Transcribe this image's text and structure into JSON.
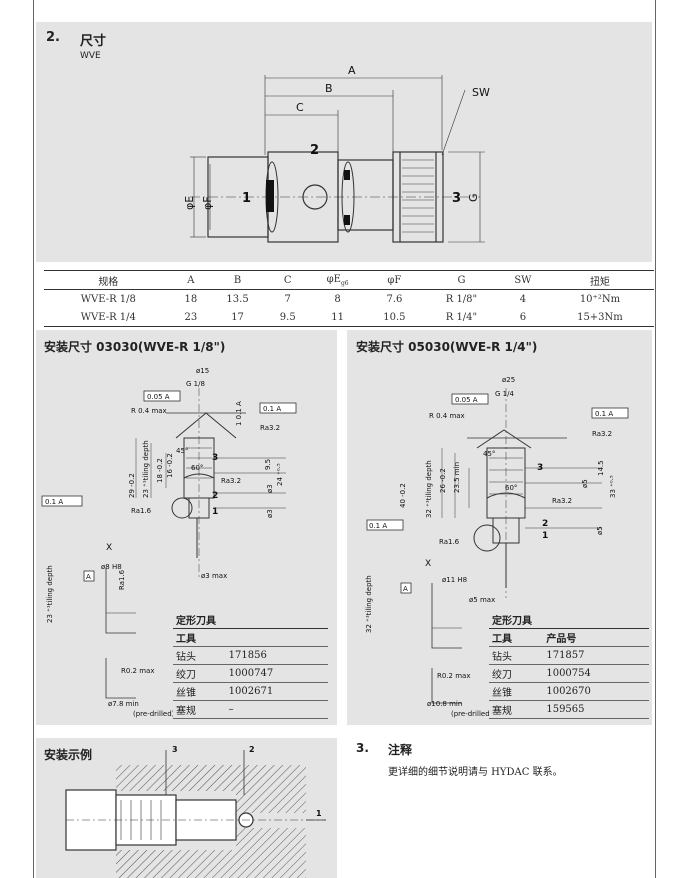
{
  "section2": {
    "number": "2.",
    "title": "尺寸",
    "subtitle": "WVE"
  },
  "top_drawing": {
    "dim_labels": [
      "A",
      "B",
      "C",
      "SW",
      "G",
      "φE",
      "φF"
    ],
    "ports": [
      "1",
      "2",
      "3"
    ]
  },
  "spec_table": {
    "headers": [
      "规格",
      "A",
      "B",
      "C",
      "φE",
      "φF",
      "G",
      "SW",
      "扭矩"
    ],
    "header_e_sub": "g6",
    "rows": [
      [
        "WVE-R 1/8",
        "18",
        "13.5",
        "7",
        "8",
        "7.6",
        "R 1/8\"",
        "4",
        "10⁺²Nm"
      ],
      [
        "WVE-R 1/4",
        "23",
        "17",
        "9.5",
        "11",
        "10.5",
        "R 1/4\"",
        "6",
        "15+3Nm"
      ]
    ]
  },
  "install_left": {
    "title": "安装尺寸 03030(WVE-R 1/8\")",
    "labels": {
      "dia": "ø15",
      "thread": "G 1/8",
      "tol": "0.05 A",
      "radius": "R 0.4 max",
      "flat": "0.1 A",
      "ra32": "Ra3.2",
      "ra32b": "Ra3.2",
      "ra16": "Ra1.6",
      "ra16b": "Ra1.6",
      "angle45": "45°",
      "angle60": "60°",
      "d29": "29 -0.2",
      "d23": "23 ⁺¹tiling depth",
      "d18": "18 -0.2",
      "d16": "16 -0.2",
      "d95": "9.5",
      "d24": "24 ⁺⁰·⁵",
      "d3": "ø3",
      "d3b": "ø3",
      "d3max": "ø3 max",
      "x": "X",
      "a": "A",
      "d8": "ø8 H8",
      "depth23": "23 ⁺¹tiling depth",
      "r02": "R0.2 max",
      "d78": "ø7.8 min",
      "predrilled": "(pre-drilled)",
      "flatA": "0.1 A",
      "flat2": "1 0.1 A"
    },
    "tools": {
      "title": "定形刀具",
      "head": [
        "工具",
        ""
      ],
      "rows": [
        [
          "钻头",
          "171856"
        ],
        [
          "绞刀",
          "1000747"
        ],
        [
          "丝锥",
          "1002671"
        ],
        [
          "塞规",
          "–"
        ]
      ]
    }
  },
  "install_right": {
    "title": "安装尺寸 05030(WVE-R 1/4\")",
    "labels": {
      "dia": "ø25",
      "thread": "G 1/4",
      "tol": "0.05 A",
      "radius": "R 0.4 max",
      "flat": "0.1 A",
      "ra32": "Ra3.2",
      "ra32b": "Ra3.2",
      "ra16": "Ra1.6",
      "angle45": "45°",
      "angle60": "60°",
      "d40": "40 -0.2",
      "d32": "32 ⁺¹tiling depth",
      "d26": "26 -0.2",
      "d235": "23.5 min",
      "d145": "14.5",
      "d33": "33 ⁺⁰·⁵",
      "d5": "ø5",
      "d5b": "ø5",
      "d5max": "ø5 max",
      "x": "X",
      "a": "A",
      "d11": "ø11 H8",
      "depth32": "32 ⁺¹tiling depth",
      "r02": "R0.2 max",
      "d108": "ø10.8 min",
      "predrilled": "(pre-drilled)",
      "flatA": "0.1 A"
    },
    "tools": {
      "title": "定形刀具",
      "head": [
        "工具",
        "产品号"
      ],
      "rows": [
        [
          "钻头",
          "171857"
        ],
        [
          "绞刀",
          "1000754"
        ],
        [
          "丝锥",
          "1002670"
        ],
        [
          "塞规",
          "159565"
        ]
      ]
    }
  },
  "install_example": {
    "title": "安装示例",
    "ports": [
      "3",
      "2",
      "1"
    ]
  },
  "section3": {
    "number": "3.",
    "title": "注释",
    "text": "更详细的细节说明请与 HYDAC 联系。"
  }
}
